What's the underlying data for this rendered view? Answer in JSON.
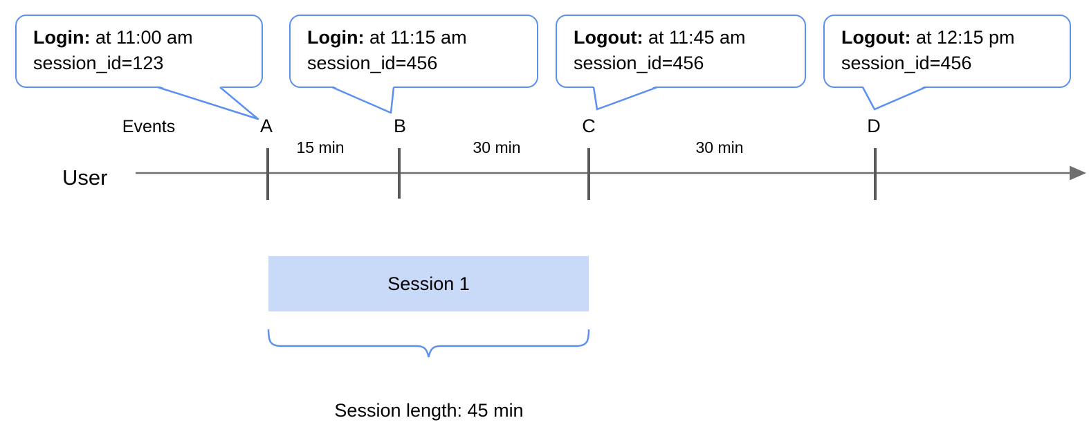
{
  "diagram": {
    "title_hint": "User session timeline",
    "events_label": "Events",
    "user_label": "User",
    "callouts": [
      {
        "marker": "A",
        "event_bold": "Login:",
        "event_rest": " at 11:00 am",
        "session_line": "session_id=123"
      },
      {
        "marker": "B",
        "event_bold": "Login:",
        "event_rest": " at 11:15 am",
        "session_line": "session_id=456"
      },
      {
        "marker": "C",
        "event_bold": "Logout:",
        "event_rest": " at 11:45 am",
        "session_line": "session_id=456"
      },
      {
        "marker": "D",
        "event_bold": "Logout:",
        "event_rest": " at 12:15 pm",
        "session_line": "session_id=456"
      }
    ],
    "event_markers": [
      "A",
      "B",
      "C",
      "D"
    ],
    "intervals": [
      "15 min",
      "30 min",
      "30 min"
    ],
    "session_box_label": "Session 1",
    "session_length_label": "Session length: 45 min",
    "colors": {
      "accent_blue": "#5b8ff0",
      "session_fill": "#c9daf8",
      "timeline_gray": "#6e6e6e",
      "tick_gray": "#595959",
      "text_black": "#000000"
    }
  }
}
